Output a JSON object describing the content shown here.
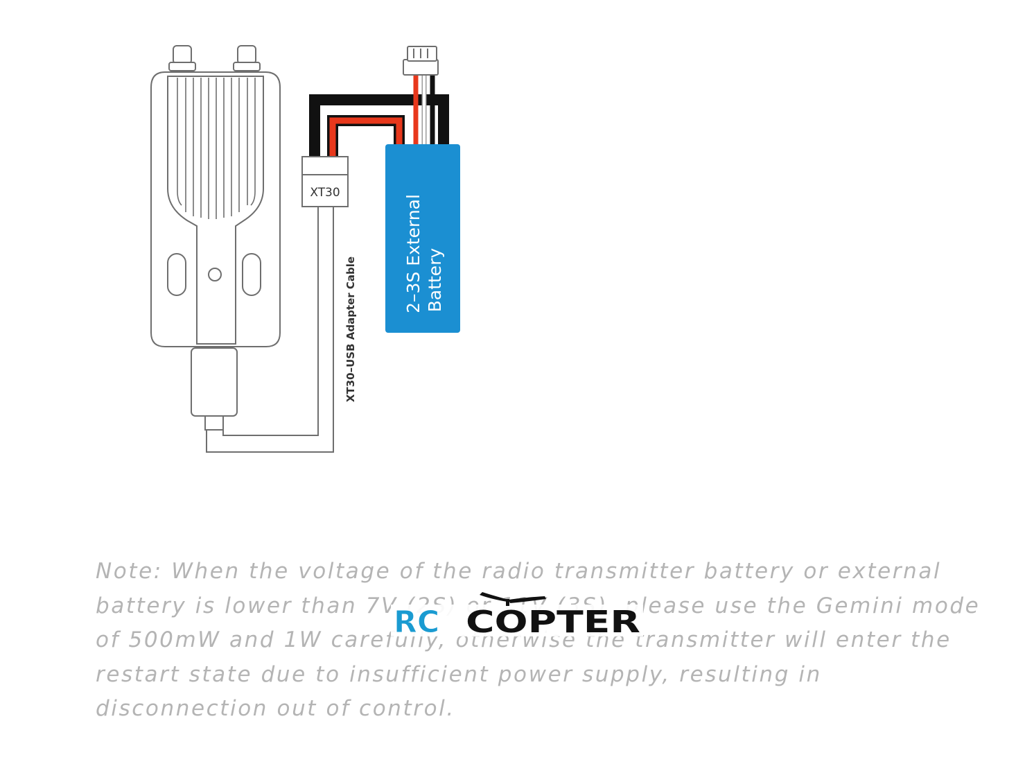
{
  "diagram": {
    "connector_label": "XT30",
    "cable_label": "XT30–USB Adapter Cable",
    "battery_label_line1": "2–3S External",
    "battery_label_line2": "Battery",
    "colors": {
      "outline": "#6e6e6e",
      "device_fill": "#ffffff",
      "battery": "#1b8fd2",
      "wire_black": "#111111",
      "wire_red": "#e8381c",
      "wire_white": "#ffffff",
      "text_on_battery": "#ffffff"
    }
  },
  "note": {
    "line1": "Note: When the voltage of the radio transmitter battery or external",
    "line2": "battery is lower than 7V (2S) or 11V (3S), please use the Gemini mode",
    "line3": "of 500mW and 1W carefully, otherwise the transmitter will enter the",
    "line4": "restart state due to insufficient power supply, resulting in",
    "line5": "disconnection out of control.",
    "color": "#b4b4b4"
  },
  "watermark": {
    "word1": "RC",
    "word2": "COPTER",
    "color_word1": "#1a9bd1",
    "color_word2": "#111111",
    "icon": "propeller-icon"
  }
}
